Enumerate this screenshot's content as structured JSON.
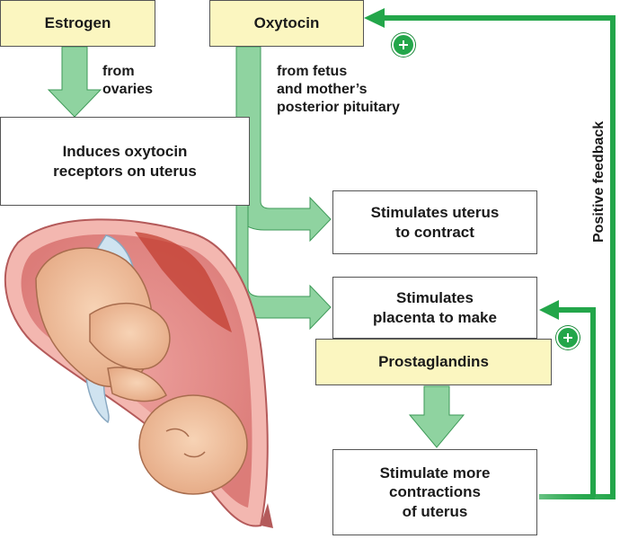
{
  "hormones": {
    "estrogen": "Estrogen",
    "oxytocin": "Oxytocin",
    "prostaglandins": "Prostaglandins"
  },
  "sources": {
    "estrogen_from": "from\novaries",
    "oxytocin_from": "from fetus\nand mother’s\nposterior pituitary"
  },
  "effects": {
    "induces_receptors": "Induces oxytocin\nreceptors on uterus",
    "stimulates_contract": "Stimulates uterus\nto contract",
    "stimulates_placenta": "Stimulates\nplacenta to make",
    "more_contractions": "Stimulate more\ncontractions\nof uterus"
  },
  "feedback": {
    "label": "Positive feedback",
    "sign": "+"
  },
  "colors": {
    "hormone_box": "#fbf6c0",
    "arrow_green": "#8fd3a0",
    "feedback_green": "#23a64a"
  },
  "illustration": {
    "name": "fetus-in-uterus"
  }
}
